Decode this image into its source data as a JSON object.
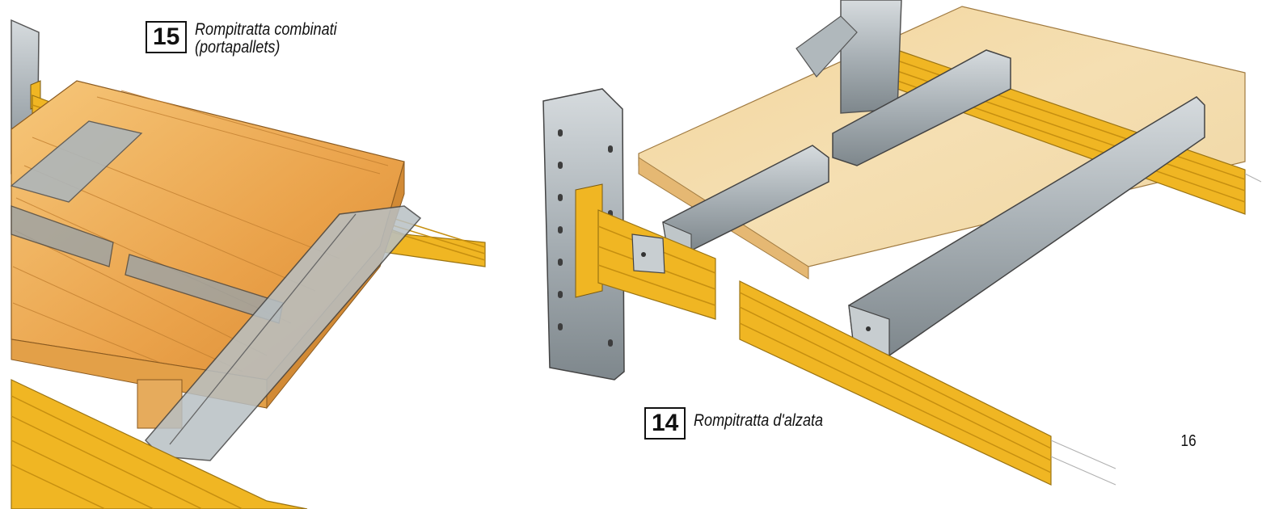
{
  "figure15": {
    "number": "15",
    "caption_line1": "Rompitratta combinati",
    "caption_line2": "(portapallets)"
  },
  "figure14": {
    "number": "14",
    "caption": "Rompitratta d'alzata"
  },
  "page_number": "16",
  "colors": {
    "wood": "#e9a94a",
    "beam_yellow": "#f0b623",
    "steel": "#9aa3a8",
    "outline": "#444444"
  }
}
